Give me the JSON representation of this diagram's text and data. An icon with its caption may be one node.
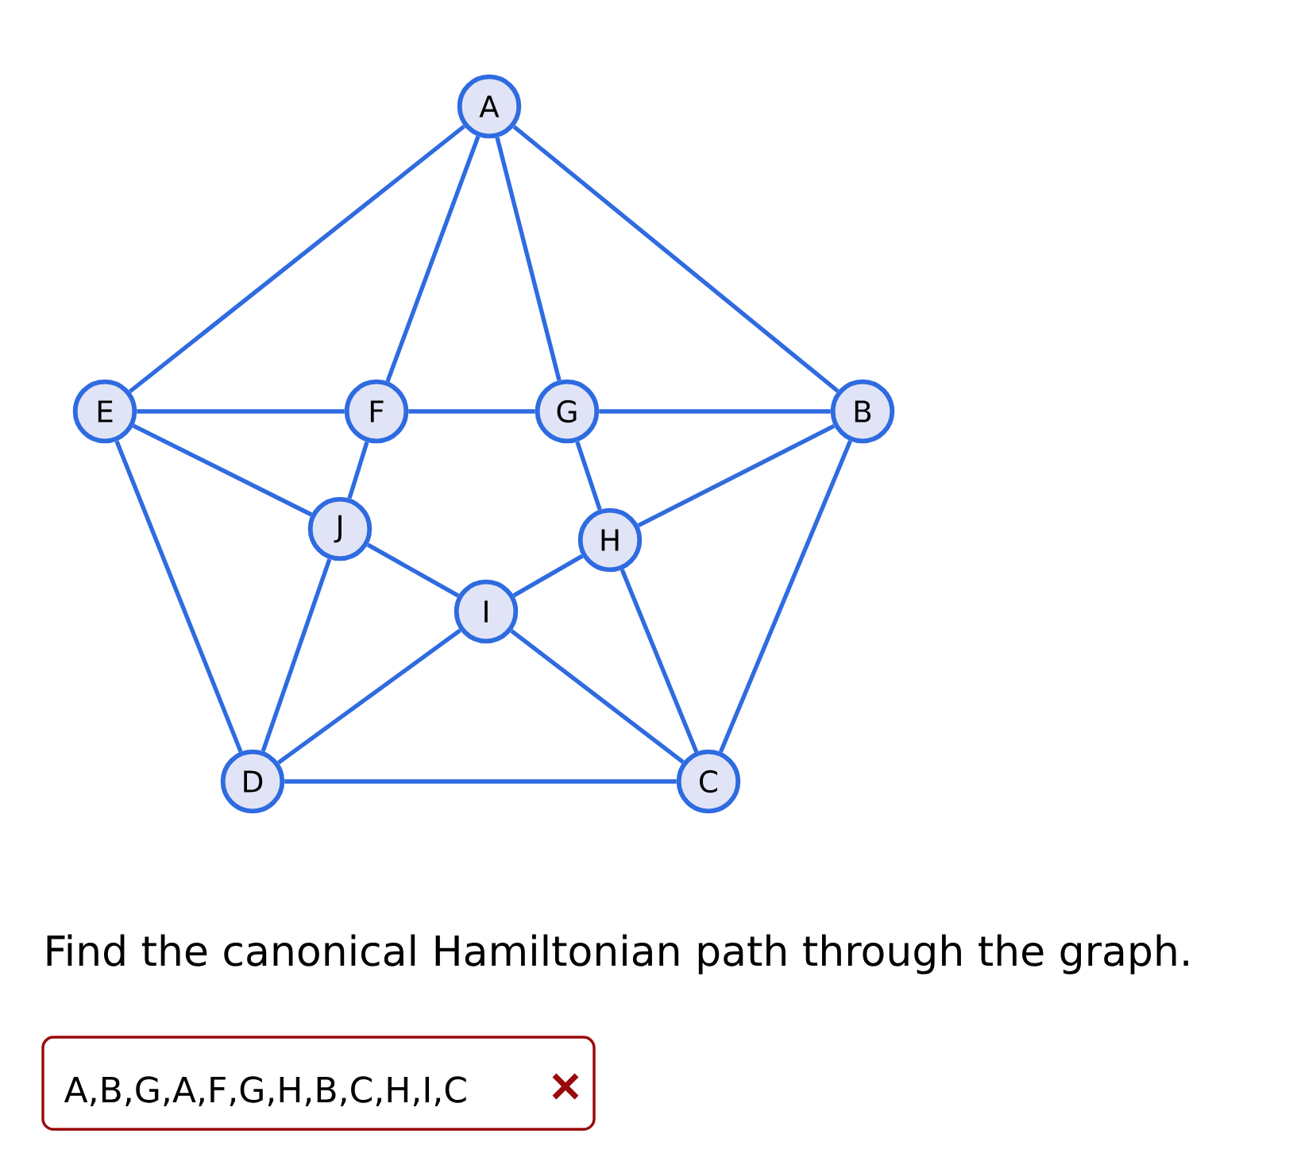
{
  "diagram": {
    "nodes": [
      {
        "text": [
          "A"
        ]
      },
      {
        "text": [
          "E"
        ]
      },
      {
        "text": [
          "F"
        ]
      },
      {
        "text": [
          "G"
        ]
      },
      {
        "text": [
          "B"
        ]
      },
      {
        "text": [
          "J"
        ]
      },
      {
        "text": [
          "H"
        ]
      },
      {
        "text": [
          "I"
        ]
      },
      {
        "text": [
          "D"
        ]
      },
      {
        "text": [
          "C"
        ]
      }
    ],
    "edges": [
      {
        "from": 0,
        "to": 1,
        "arrow": "none"
      },
      {
        "from": 0,
        "to": 4,
        "arrow": "none"
      },
      {
        "from": 0,
        "to": 2,
        "arrow": "none"
      },
      {
        "from": 0,
        "to": 3,
        "arrow": "none"
      },
      {
        "from": 1,
        "to": 2,
        "arrow": "none"
      },
      {
        "from": 2,
        "to": 3,
        "arrow": "none"
      },
      {
        "from": 3,
        "to": 4,
        "arrow": "none"
      },
      {
        "from": 1,
        "to": 5,
        "arrow": "none"
      },
      {
        "from": 1,
        "to": 8,
        "arrow": "none"
      },
      {
        "from": 2,
        "to": 5,
        "arrow": "none"
      },
      {
        "from": 3,
        "to": 6,
        "arrow": "none"
      },
      {
        "from": 4,
        "to": 6,
        "arrow": "none"
      },
      {
        "from": 4,
        "to": 9,
        "arrow": "none"
      },
      {
        "from": 5,
        "to": 7,
        "arrow": "none"
      },
      {
        "from": 6,
        "to": 7,
        "arrow": "none"
      },
      {
        "from": 5,
        "to": 8,
        "arrow": "none"
      },
      {
        "from": 6,
        "to": 9,
        "arrow": "none"
      },
      {
        "from": 7,
        "to": 8,
        "arrow": "none"
      },
      {
        "from": 7,
        "to": 9,
        "arrow": "none"
      },
      {
        "from": 8,
        "to": 9,
        "arrow": "none"
      }
    ],
    "labels": [
      "Find the canonical Hamiltonian path through the graph.",
      "A,B,G,A,F,G,H,B,C,H,I,C"
    ]
  }
}
